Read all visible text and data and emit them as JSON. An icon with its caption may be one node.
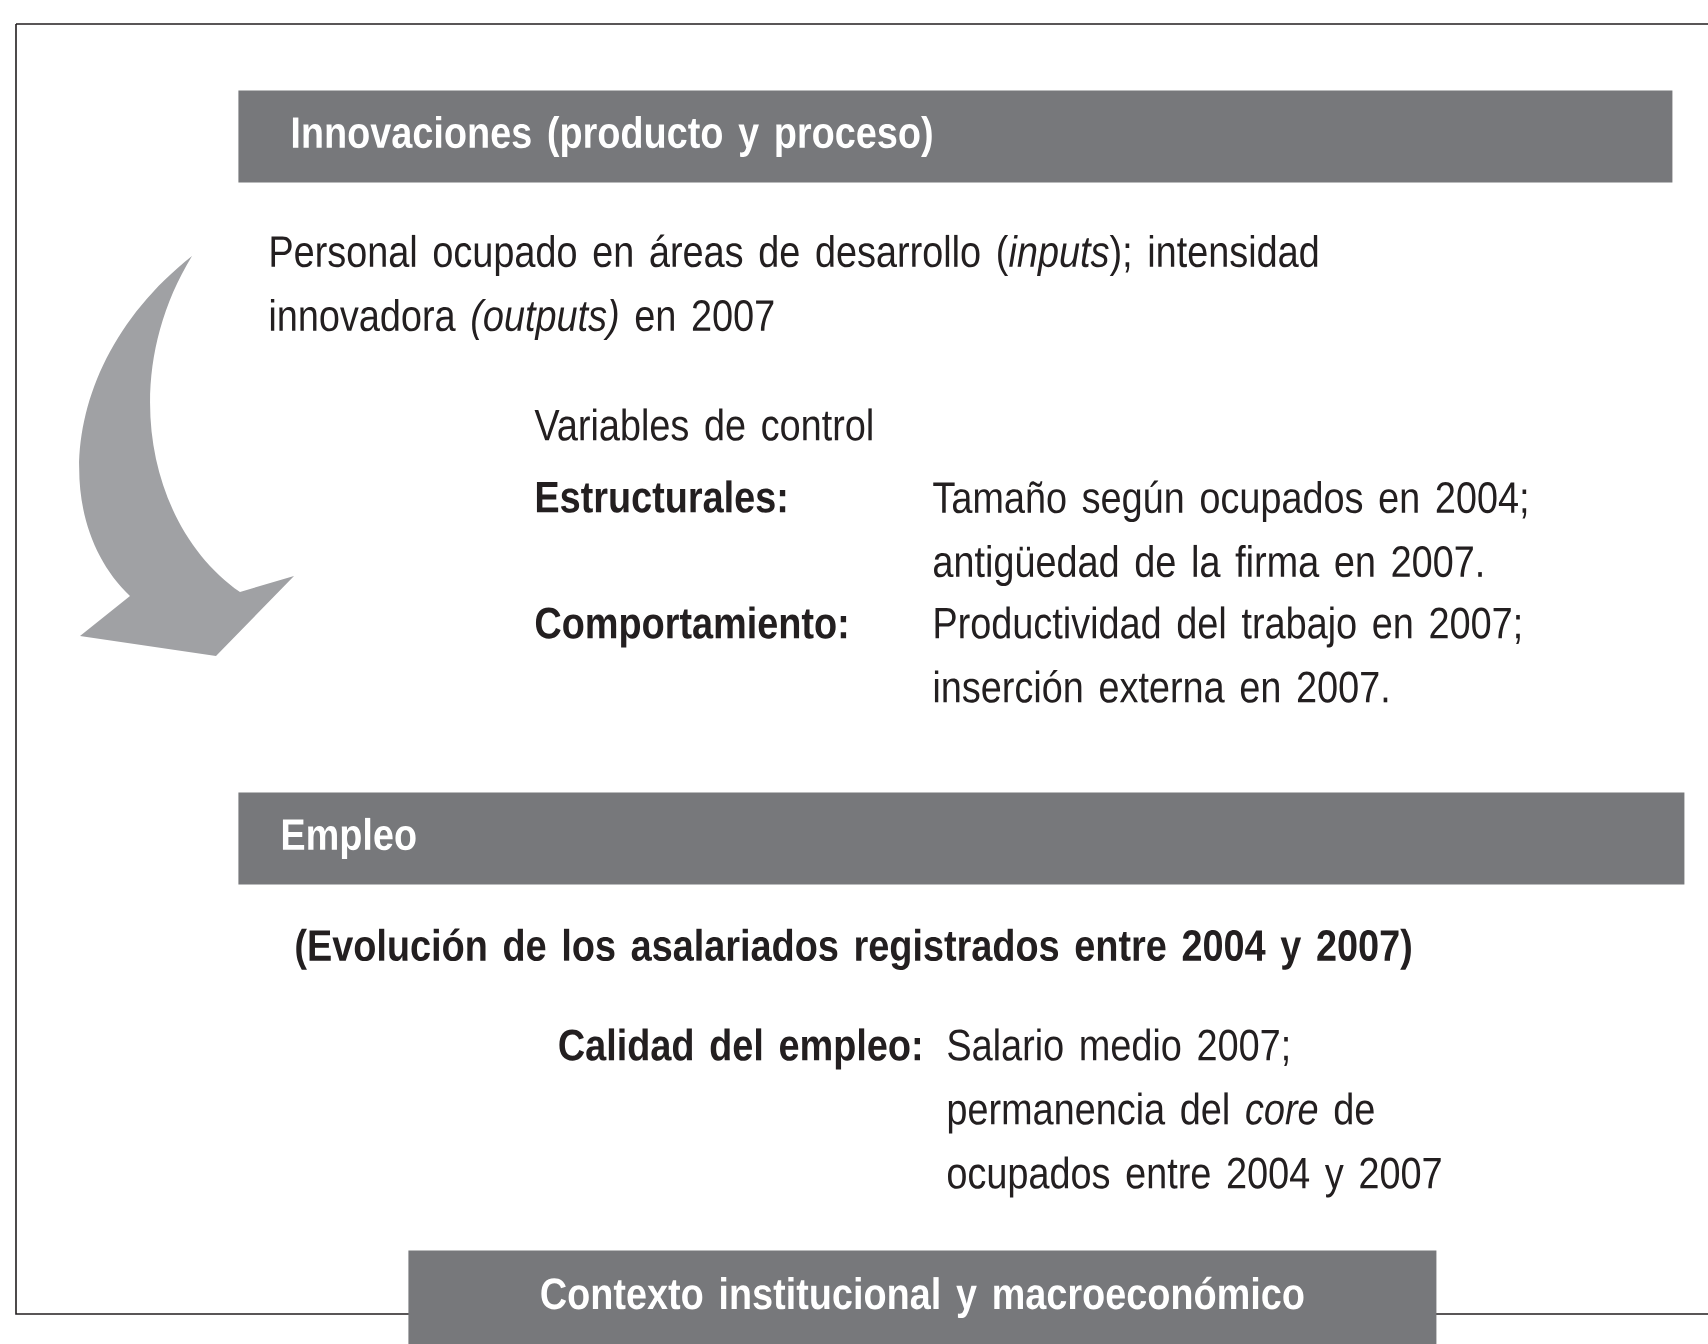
{
  "diagram": {
    "nodes": [
      {
        "text": [
          "Innovaciones (producto y proceso)"
        ]
      },
      {
        "text": [
          "Empleo"
        ]
      },
      {
        "text": [
          "Contexto institucional y macroeconómico"
        ]
      }
    ],
    "labels": [
      "Personal ocupado en áreas de desarrollo (*inputs*); intensidad innovadora *(outputs)* en 2007",
      "Variables de control",
      "Estructurales:",
      "Tamaño según ocupados en 2004; antigüedad de la firma en 2007.",
      "Comportamiento:",
      "Productividad del trabajo en 2007; inserción externa en 2007.",
      "(Evolución de los asalariados registrados entre 2004 y 2007)",
      "Calidad del empleo:",
      "Salario medio 2007; permanencia del *core* de ocupados entre 2004 y 2007"
    ]
  }
}
